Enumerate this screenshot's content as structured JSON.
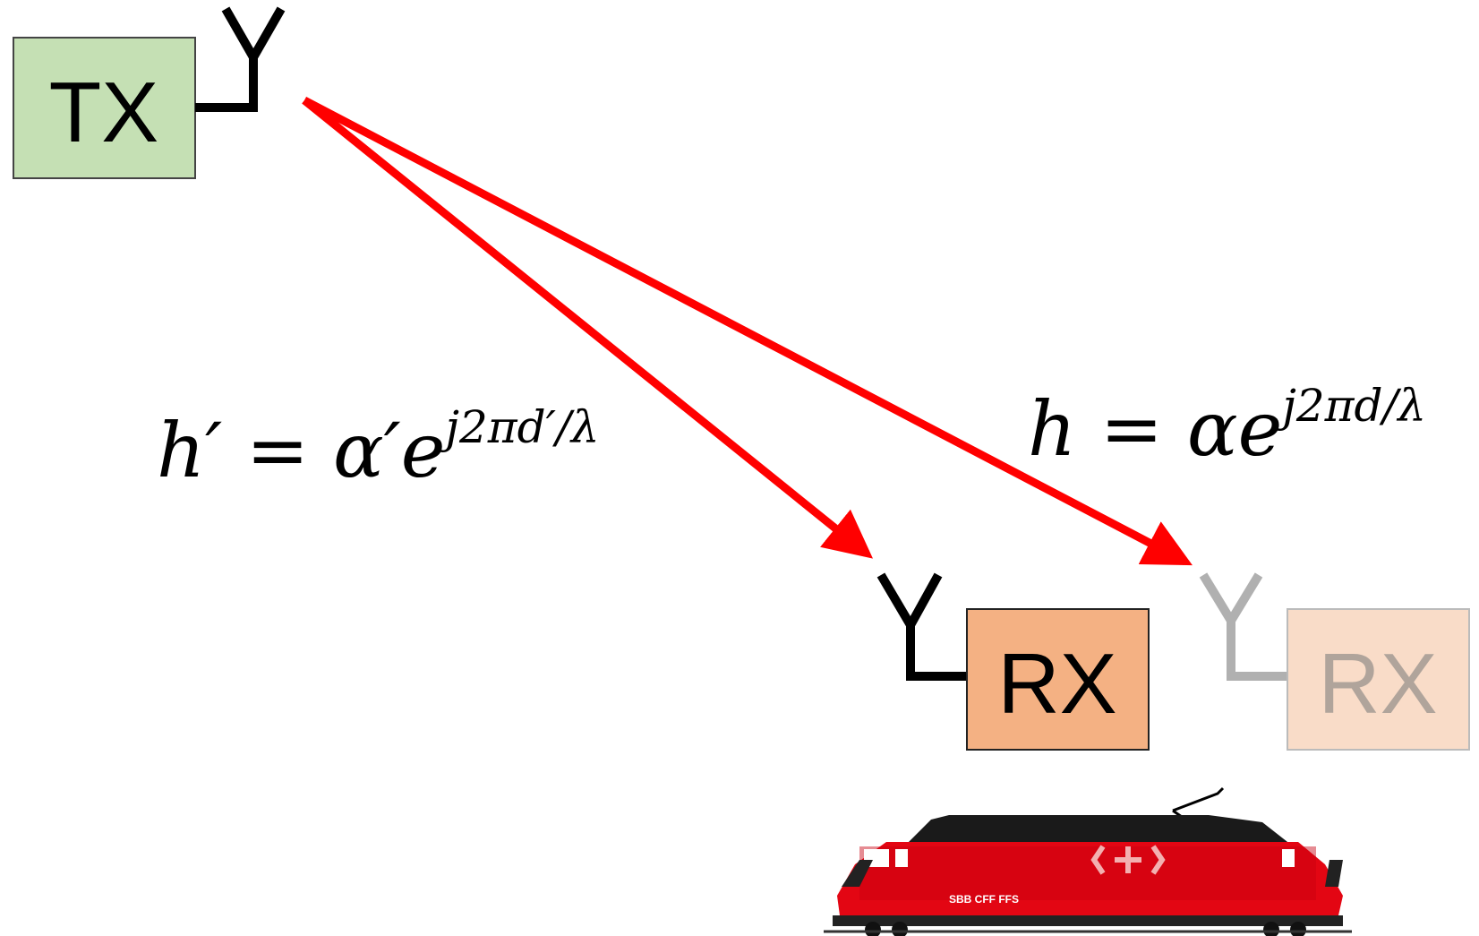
{
  "colors": {
    "tx_fill": "#c5e0b4",
    "rx_fill": "#f4b183",
    "rx_ghost_fill": "#f9dcc8",
    "ray": "#ff0000",
    "antenna": "#000000",
    "antenna_ghost": "#b0b0b0",
    "train_body": "#e30613",
    "train_roof": "#1a1a1a"
  },
  "transmitter": {
    "label": "TX",
    "icon": "antenna-icon"
  },
  "receiver": {
    "label": "RX",
    "icon": "antenna-icon"
  },
  "receiver_ghost": {
    "label": "RX",
    "icon": "antenna-icon"
  },
  "equations": {
    "near": {
      "lhs": "h′ = α′e",
      "sup": "j2πd′/λ"
    },
    "far": {
      "lhs": "h = αe",
      "sup": "j2πd/λ"
    }
  },
  "train": {
    "icon": "locomotive-icon",
    "livery": "SBB CFF FFS"
  }
}
